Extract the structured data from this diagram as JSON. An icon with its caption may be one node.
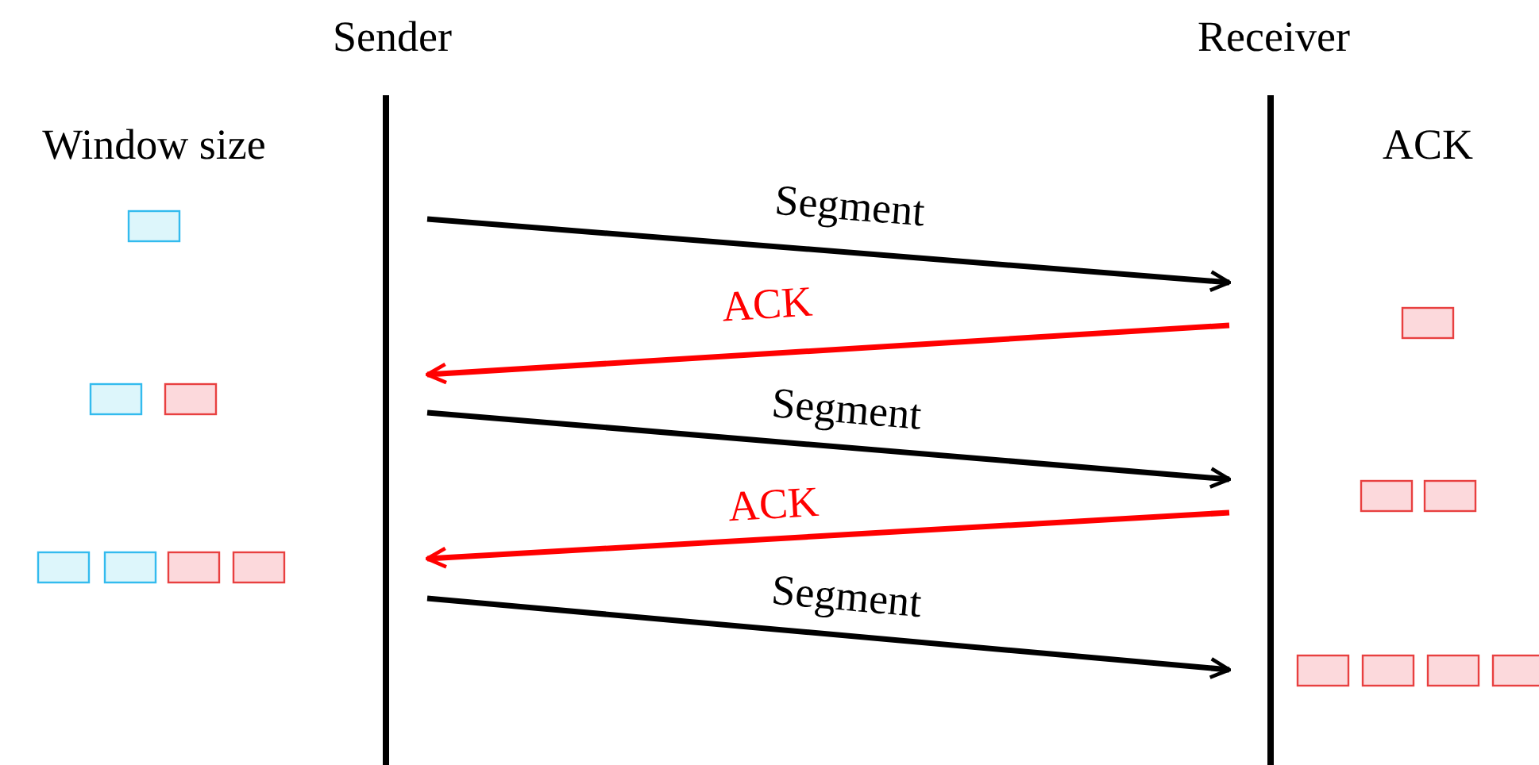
{
  "diagram": {
    "nodes": [
      {
        "text": [],
        "shape": "bar",
        "beside": [
          "Sender"
        ]
      },
      {
        "text": [],
        "shape": "bar",
        "beside": [
          "Receiver"
        ]
      }
    ],
    "edges": [
      {
        "from": 0,
        "to": 1,
        "arrow": "to",
        "label": "Segment"
      },
      {
        "from": 1,
        "to": 0,
        "arrow": "to",
        "label": "ACK",
        "color": "#ff0000"
      },
      {
        "from": 0,
        "to": 1,
        "arrow": "to",
        "label": "Segment"
      },
      {
        "from": 1,
        "to": 0,
        "arrow": "to",
        "label": "ACK",
        "color": "#ff0000"
      },
      {
        "from": 0,
        "to": 1,
        "arrow": "to",
        "label": "Segment"
      }
    ],
    "labels": [
      "Window size",
      "ACK"
    ]
  }
}
